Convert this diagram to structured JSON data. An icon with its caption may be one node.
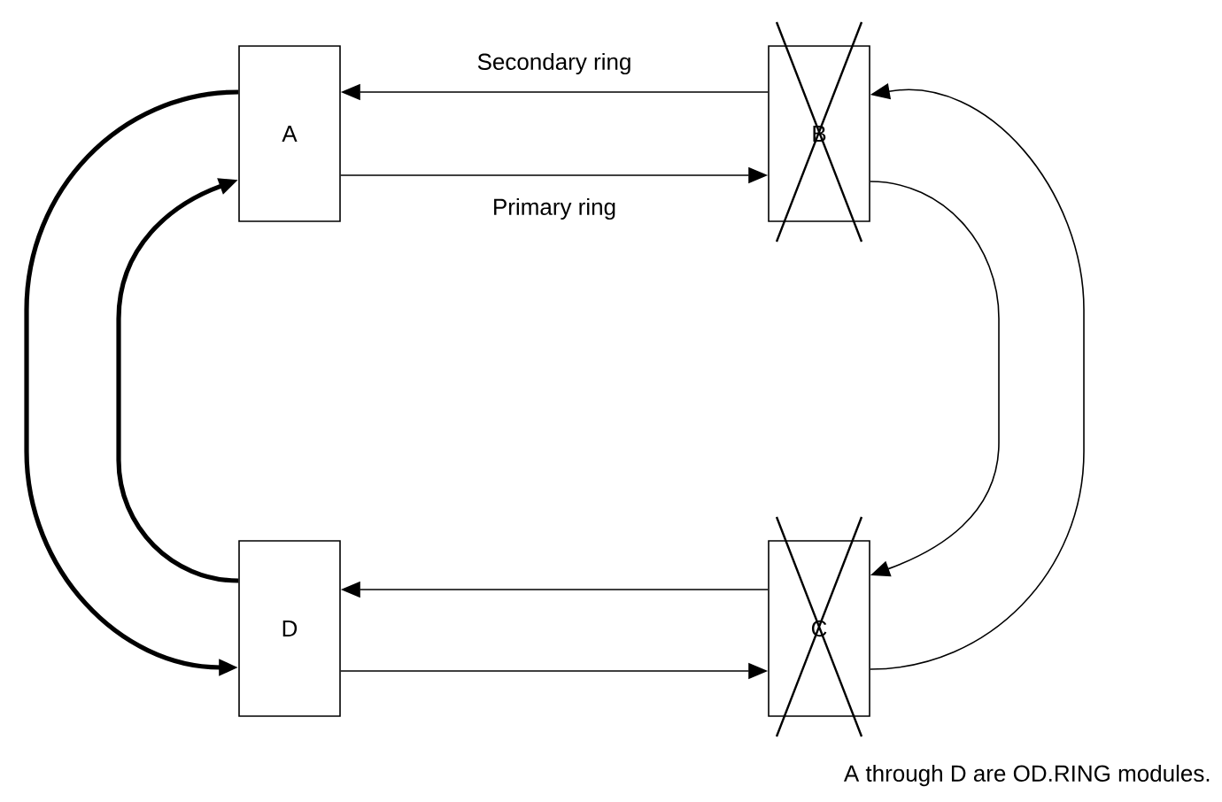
{
  "diagram": {
    "nodes": [
      {
        "text": [
          "A"
        ]
      },
      {
        "text": [
          "B"
        ]
      },
      {
        "text": [
          "D"
        ]
      },
      {
        "text": [
          "C"
        ]
      }
    ],
    "edges": [
      {
        "from": 1,
        "to": 0,
        "arrow": "to",
        "label": "Secondary ring"
      },
      {
        "from": 0,
        "to": 1,
        "arrow": "to",
        "label": "Primary ring"
      },
      {
        "from": 3,
        "to": 2,
        "arrow": "to"
      },
      {
        "from": 2,
        "to": 3,
        "arrow": "to"
      },
      {
        "from": 0,
        "to": 2,
        "arrow": "to",
        "style": "thick"
      },
      {
        "from": 2,
        "to": 0,
        "arrow": "to",
        "style": "thick"
      },
      {
        "from": 3,
        "to": 1,
        "arrow": "to"
      },
      {
        "from": 1,
        "to": 3,
        "arrow": "to"
      }
    ],
    "labels": [
      "A through D are OD.RING modules."
    ]
  }
}
